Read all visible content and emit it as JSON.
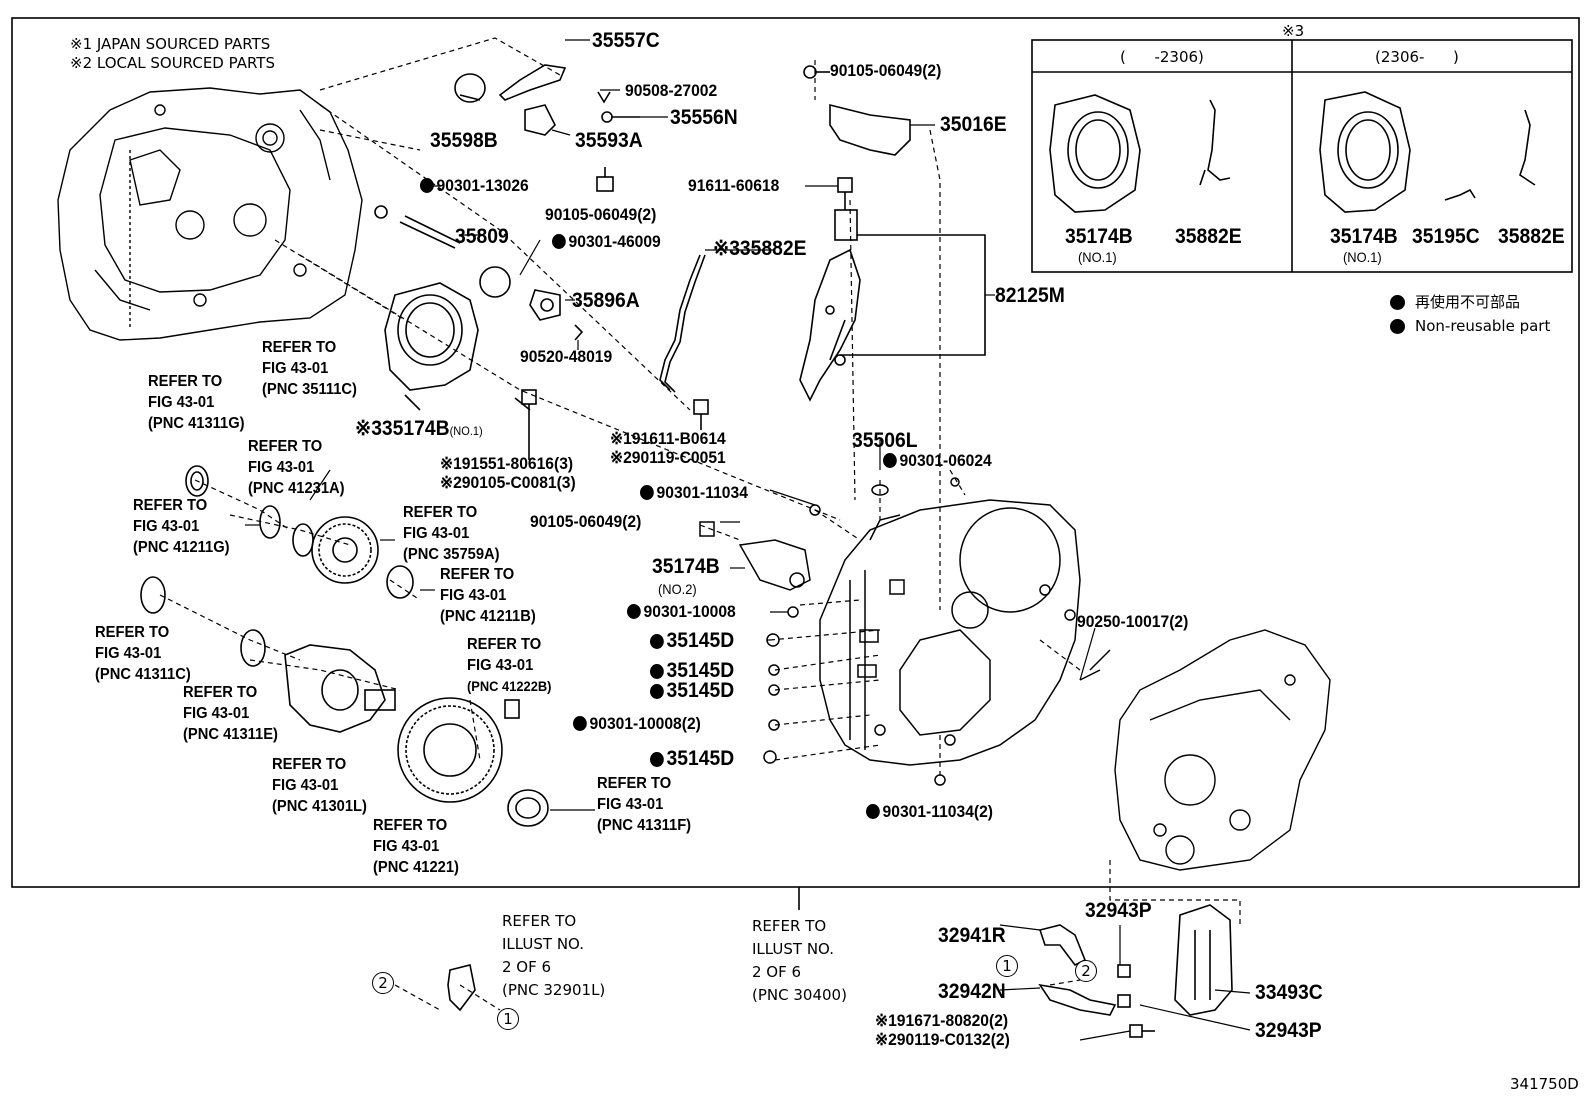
{
  "notes": {
    "n1": "※1  JAPAN SOURCED PARTS",
    "n2": "※2  LOCAL SOURCED PARTS",
    "box_title": "※3",
    "col1_header": "(      -2306)",
    "col2_header": "(2306-      )"
  },
  "legend": {
    "jp": "再使用不可部品",
    "en": "Non-reusable part"
  },
  "parts": {
    "p35557C": "35557C",
    "p90508": "90508-27002",
    "p35556N": "35556N",
    "p35598B": "35598B",
    "p35593A": "35593A",
    "p90301_13026": "90301-13026",
    "p90105_06049_2a": "90105-06049(2)",
    "p35809": "35809",
    "p90301_46009": "90301-46009",
    "p35896A": "35896A",
    "p90520": "90520-48019",
    "p35174B_no1": "※335174B",
    "no1": "(NO.1)",
    "p91551": "※191551-80616(3)",
    "p90105_c0081": "※290105-C0081(3)",
    "p90105_06049_2top": "90105-06049(2)",
    "p35016E": "35016E",
    "p91611_60618": "91611-60618",
    "p35882E_3": "※335882E",
    "p82125M": "82125M",
    "p91611_b0614": "※191611-B0614",
    "p90119_c0051": "※290119-C0051",
    "p35506L": "35506L",
    "p90301_06024": "90301-06024",
    "p90301_11034": "90301-11034",
    "p90105_06049_2b": "90105-06049(2)",
    "p35174B_no2": "35174B",
    "no2": "(NO.2)",
    "p90301_10008": "90301-10008",
    "p35145D_1": "35145D",
    "p35145D_2": "35145D",
    "p35145D_3": "35145D",
    "p90301_10008_2": "90301-10008(2)",
    "p35145D_4": "35145D",
    "p90301_11034_2": "90301-11034(2)",
    "p90250": "90250-10017(2)",
    "box_35174B_a": "35174B",
    "box_no1_a": "(NO.1)",
    "box_35882E_a": "35882E",
    "box_35174B_b": "35174B",
    "box_no1_b": "(NO.1)",
    "box_35195C": "35195C",
    "box_35882E_b": "35882E",
    "p32943P_top": "32943P",
    "p32941R": "32941R",
    "p32942N": "32942N",
    "p33493C": "33493C",
    "p32943P_bot": "32943P",
    "p91671": "※191671-80820(2)",
    "p90119_c0132": "※290119-C0132(2)",
    "code": "341750D"
  },
  "refs": {
    "r35111C": [
      "REFER TO",
      "FIG 43-01",
      "(PNC 35111C)"
    ],
    "r41311G": [
      "REFER TO",
      "FIG 43-01",
      "(PNC 41311G)"
    ],
    "r41231A": [
      "REFER TO",
      "FIG 43-01",
      "(PNC 41231A)"
    ],
    "r41211G": [
      "REFER TO",
      "FIG 43-01",
      "(PNC 41211G)"
    ],
    "r35759A": [
      "REFER TO",
      "FIG 43-01",
      "(PNC 35759A)"
    ],
    "r41211B": [
      "REFER TO",
      "FIG 43-01",
      "(PNC 41211B)"
    ],
    "r41311C": [
      "REFER TO",
      "FIG 43-01",
      "(PNC 41311C)"
    ],
    "r41311E": [
      "REFER TO",
      "FIG 43-01",
      "(PNC 41311E)"
    ],
    "r41222B": [
      "REFER TO",
      "FIG 43-01",
      "(PNC 41222B)"
    ],
    "r41301L": [
      "REFER TO",
      "FIG 43-01",
      "(PNC 41301L)"
    ],
    "r41221": [
      "REFER TO",
      "FIG 43-01",
      "(PNC 41221)"
    ],
    "r41311F": [
      "REFER TO",
      "FIG 43-01",
      "(PNC 41311F)"
    ],
    "r32901L": [
      "REFER TO",
      "ILLUST NO.",
      "2 OF 6",
      "(PNC 32901L)"
    ],
    "r30400": [
      "REFER TO",
      "ILLUST NO.",
      "2 OF 6",
      "(PNC 30400)"
    ]
  },
  "circles": {
    "c1": "1",
    "c2": "2"
  }
}
